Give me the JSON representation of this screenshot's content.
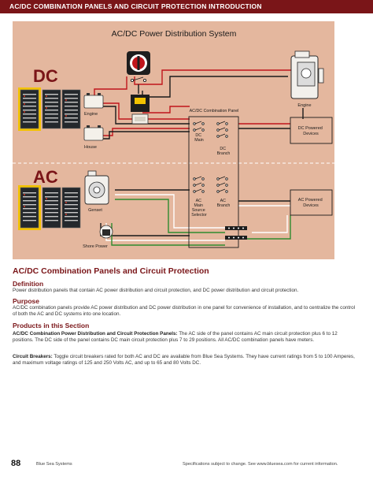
{
  "header": {
    "title": "AC/DC COMBINATION PANELS AND CIRCUIT PROTECTION INTRODUCTION"
  },
  "diagram": {
    "title": "AC/DC Power Distribution System",
    "dc_label": "DC",
    "ac_label": "AC",
    "engine_left": "Engine",
    "house": "House",
    "engine_right": "Engine",
    "combo_panel": "AC/DC Combination Panel",
    "dc_main": [
      "DC",
      "Main"
    ],
    "dc_branch": [
      "DC",
      "Branch"
    ],
    "dc_devices": [
      "DC Powered",
      "Devices"
    ],
    "genset": "Genset",
    "ac_main": [
      "AC",
      "Main",
      "Source",
      "Selector"
    ],
    "ac_branch": [
      "AC",
      "Branch"
    ],
    "ac_devices": [
      "AC Powered",
      "Devices"
    ],
    "shore_power": "Shore Power",
    "colors": {
      "background": "#e4b79e",
      "positive": "#c0151b",
      "negative": "#1a1a1a",
      "ground": "#2e8b2e",
      "neutral": "#ffffff",
      "accent": "#7a1518",
      "highlight": "#f3c200"
    }
  },
  "section": {
    "title": "AC/DC Combination Panels and Circuit Protection",
    "definition_head": "Definition",
    "definition_text": "Power distribution panels that contain AC power distribution and circuit protection, and DC power distribution and circuit protection.",
    "purpose_head": "Purpose",
    "purpose_text": "AC/DC combination panels provide AC power distribution and DC power distribution in one panel for convenience of installation, and to centralize the control of both the AC and DC systems into one location.",
    "products_head": "Products in this Section",
    "products_bold": "AC/DC Combination Power Distribution and Circuit Protection Panels:",
    "products_text": " The AC side of the panel contains AC main circuit protection plus 6 to 12 positions. The DC side of the panel contains DC main circuit protection plus 7 to 29 positions. All AC/DC combination panels have meters.",
    "breakers_bold": "Circuit Breakers:",
    "breakers_text": " Toggle circuit breakers rated for both AC and DC are available from Blue Sea Systems. They have current ratings from 5 to 100 Amperes, and maximum voltage ratings of 125 and 250 Volts AC, and up to 65 and 80 Volts DC."
  },
  "footer": {
    "page_number": "88",
    "brand": "Blue Sea Systems",
    "note": "Specifications subject to change. See www.bluesea.com for current information."
  }
}
